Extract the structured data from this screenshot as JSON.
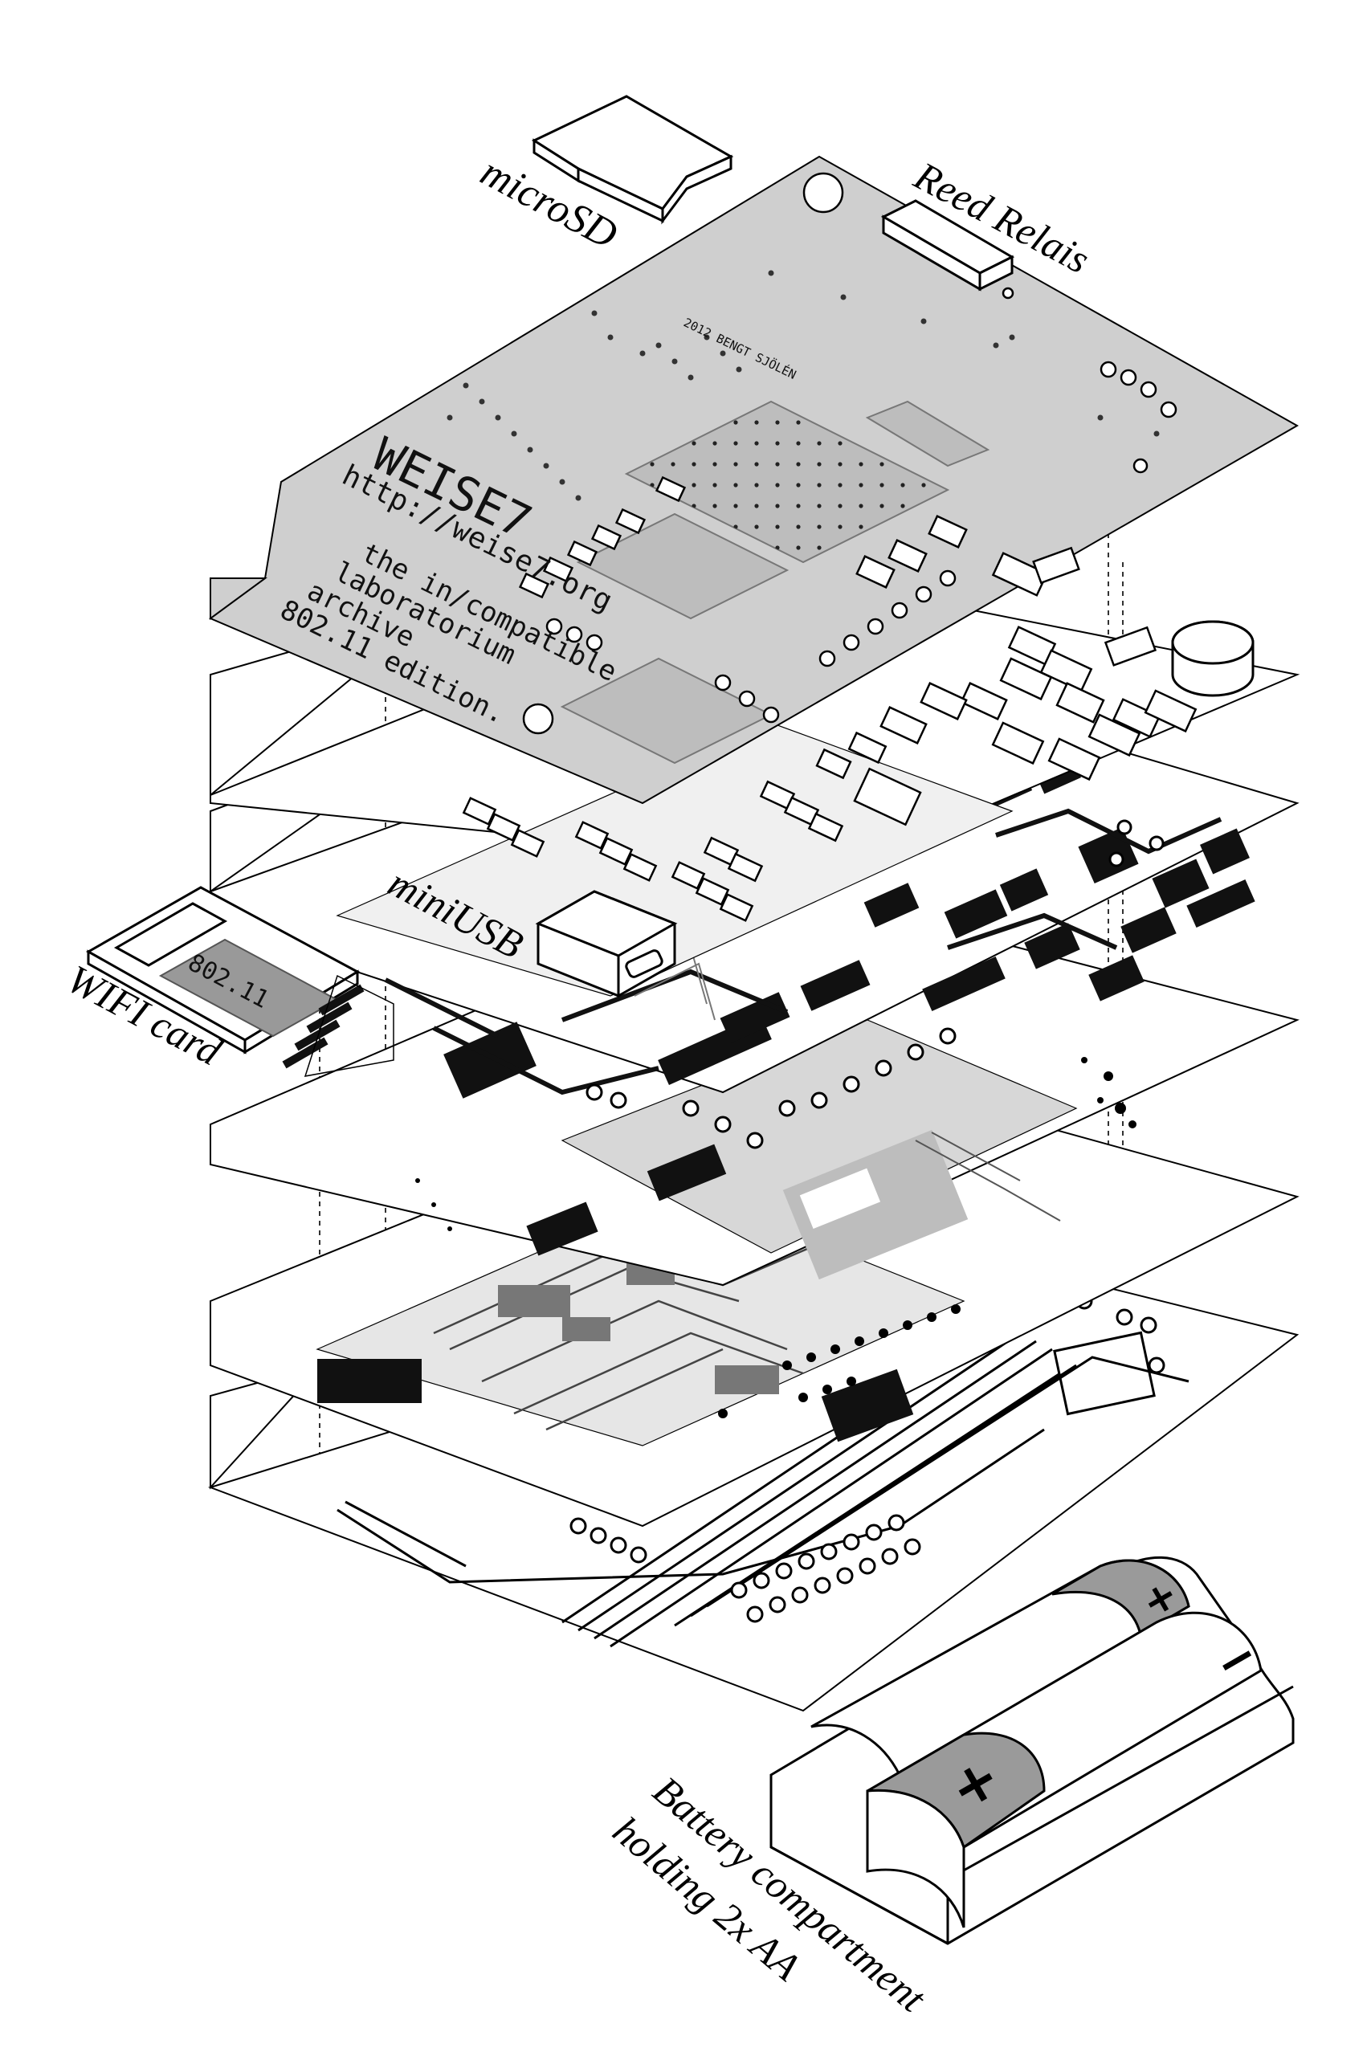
{
  "labels": {
    "microsd": "microSD",
    "reed": "Reed Relais",
    "miniusb": "miniUSB",
    "wifi": "WIFI card",
    "wifi_chip": "802.11",
    "battery_line1": "Battery compartment",
    "battery_line2": "holding 2x AA"
  },
  "silkscreen": {
    "brand": "WEISE7",
    "url": "http://weise7.org",
    "line1": "the in/compatible",
    "line2": "laboratorium",
    "line3": "archive",
    "line4": "802.11 edition.",
    "credit": "2012 BENGT SJÖLÉN"
  },
  "battery_symbols": {
    "plus": "+",
    "minus": "−"
  },
  "colors": {
    "ink": "#000000",
    "board_fill": "#cccccc",
    "accent_gray": "#9a9a9a",
    "paper": "#ffffff"
  }
}
